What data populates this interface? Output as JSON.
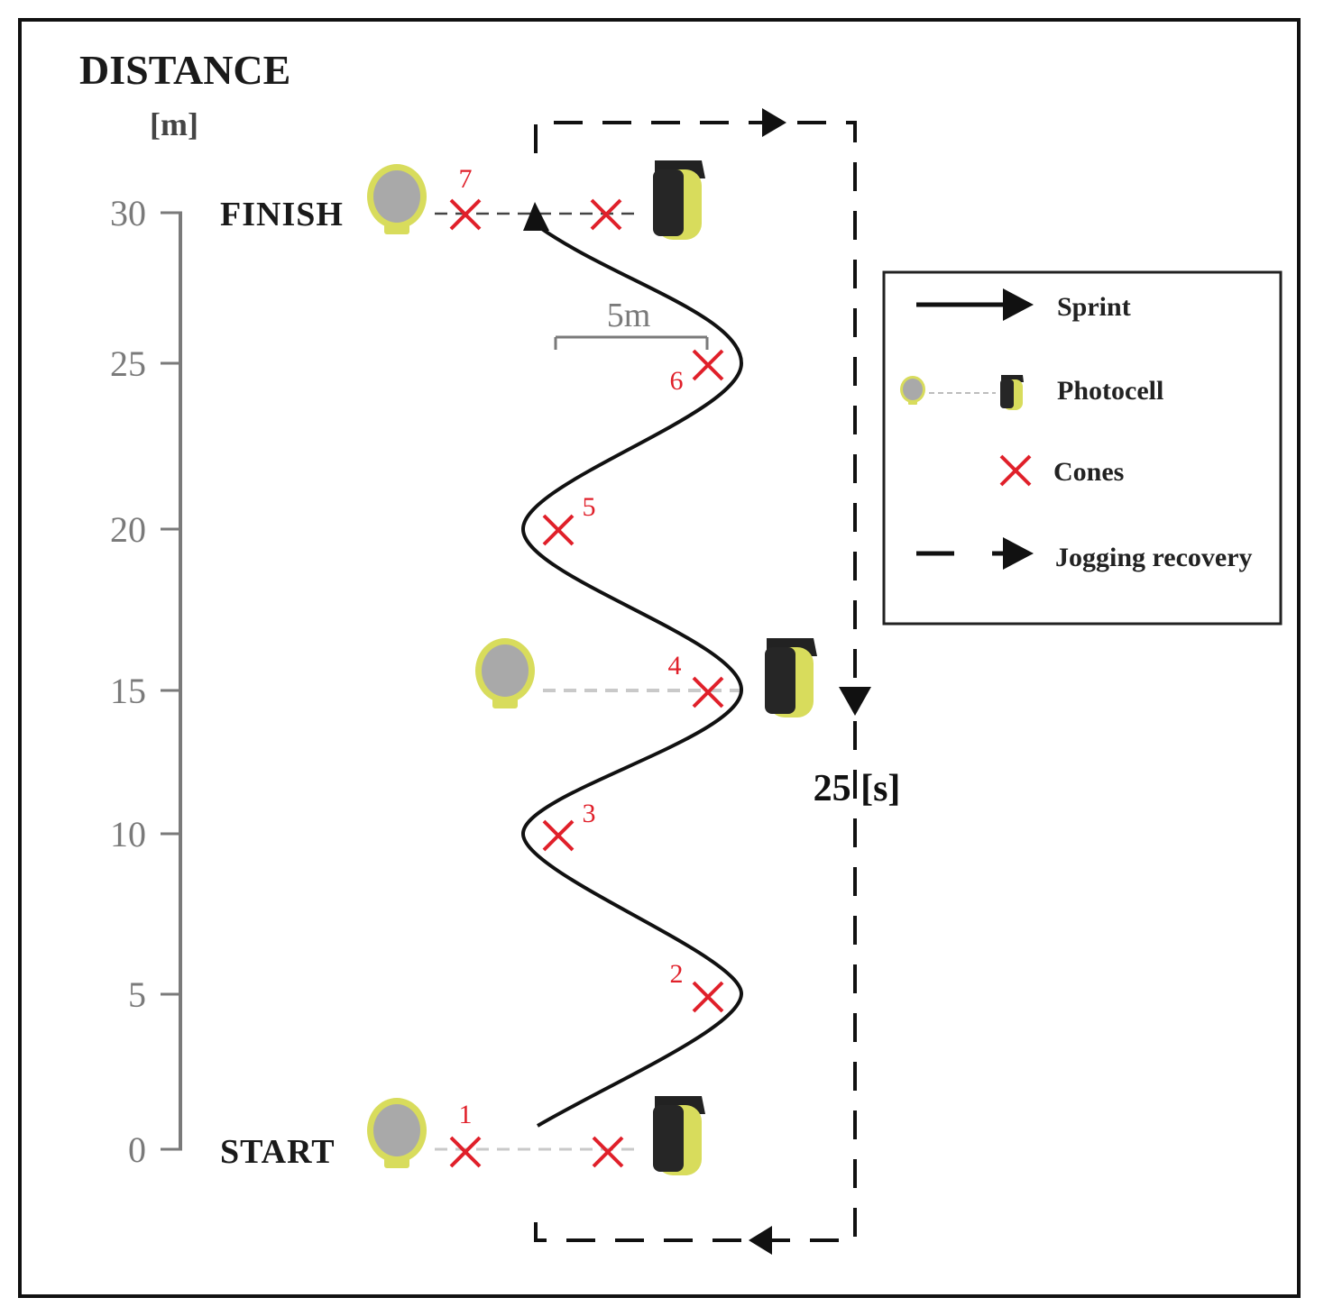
{
  "title": "DISTANCE",
  "unit": "[m]",
  "axis_ticks": [
    "30",
    "25",
    "20",
    "15",
    "10",
    "5",
    "0"
  ],
  "labels": {
    "finish": "FINISH",
    "start": "START"
  },
  "cone_numbers": [
    "1",
    "2",
    "3",
    "4",
    "5",
    "6",
    "7"
  ],
  "dimension_label": "5m",
  "recovery_time": "25 [s]",
  "legend": {
    "sprint": "Sprint",
    "photocell": "Photocell",
    "cones": "Cones",
    "jogging": "Jogging recovery"
  },
  "colors": {
    "cone": "#e0202a",
    "photocell_yellow": "#d8dc5c",
    "photocell_grey": "#a9a9a9",
    "axis": "#7a7a7a",
    "path": "#111111"
  }
}
